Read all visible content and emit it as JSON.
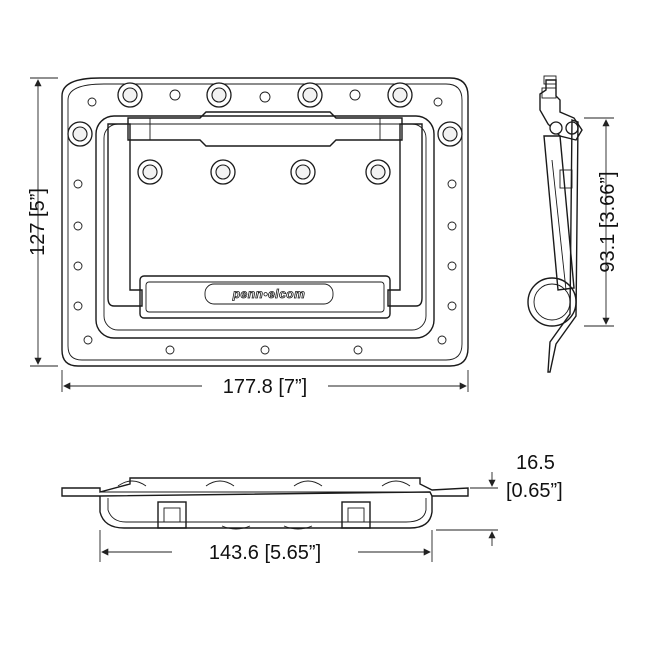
{
  "logo": {
    "text": "penn•elcom"
  },
  "dimensions": {
    "height": "127 [5”]",
    "width": "177.8 [7”]",
    "side_height": "93.1 [3.66”]",
    "depth_mm": "16.5",
    "depth_in": "[0.65”]",
    "recess_width": "143.6 [5.65”]"
  },
  "colors": {
    "line": "#1a1a1a",
    "background": "#ffffff",
    "grip_texture": "#bdbdbd"
  }
}
